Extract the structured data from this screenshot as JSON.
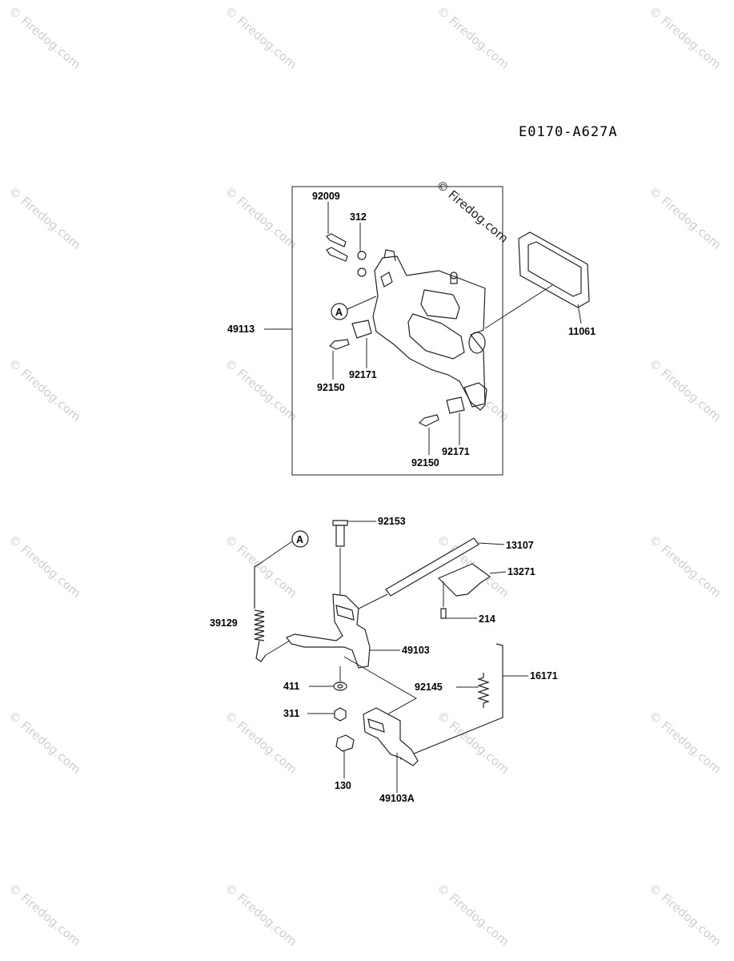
{
  "diagram_code": "E0170-A627A",
  "watermark_text": "© Firedog.com",
  "callout_letter": "A",
  "parts": {
    "p92009": "92009",
    "p312": "312",
    "p49113": "49113",
    "p11061": "11061",
    "p92171a": "92171",
    "p92150a": "92150",
    "p92171b": "92171",
    "p92150b": "92150",
    "p92153": "92153",
    "p13107": "13107",
    "p13271": "13271",
    "p214": "214",
    "p39129": "39129",
    "p49103": "49103",
    "p411": "411",
    "p92145": "92145",
    "p16171": "16171",
    "p311": "311",
    "p130": "130",
    "p49103A": "49103A"
  }
}
